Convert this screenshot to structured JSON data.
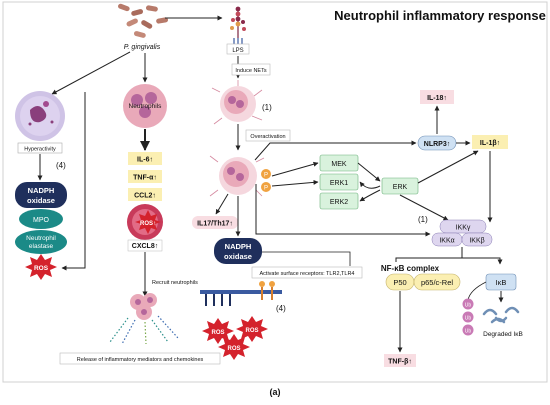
{
  "title": "Neutrophil inflammatory response",
  "caption": "(a)",
  "labels": {
    "pathogen": "P. gingivalis",
    "lps": "LPS",
    "induce_nets": "Induce NETs",
    "one_top": "(1)",
    "overactivation": "Overactivation",
    "hyperactivity": "Hyperactivity",
    "four_left": "(4)",
    "neutrophils": "Neutrophils",
    "il6": "IL-6↑",
    "tnfa": "TNF-α↑",
    "ccl2": "CCL2↑",
    "ros_mid": "ROS↑",
    "cxcl8": "CXCL8↑",
    "recruit": "Recruit neutrophils",
    "release": "Release of inflammatory mediators and chemokines",
    "nadph_left_1": "NADPH",
    "nadph_left_2": "oxidase",
    "mpo": "MPO",
    "elastase_1": "Neutrophil",
    "elastase_2": "elastase",
    "ros_left": "ROS",
    "p1": "P",
    "p2": "P",
    "il17": "IL17/Th17↑",
    "nadph_mid_1": "NADPH",
    "nadph_mid_2": "oxidase",
    "receptors": "Activate surface receptors: TLR2,TLR4",
    "four_mid": "(4)",
    "ros_b1": "ROS",
    "ros_b2": "ROS",
    "ros_b3": "ROS",
    "mek": "MEK",
    "erk1": "ERK1",
    "erk2": "ERK2",
    "erk": "ERK",
    "il18": "IL-18↑",
    "nlrp3": "NLRP3↑",
    "il1b": "IL-1β↑",
    "one_right": "(1)",
    "ikkg": "IKKγ",
    "ikka": "IKKα",
    "ikkb": "IKKβ",
    "nfkb": "NF-κB complex",
    "p50": "P50",
    "p65": "p65/c-Rel",
    "ikb": "IκB",
    "ub1": "Ub",
    "ub2": "Ub",
    "ub3": "Ub",
    "degraded": "Degraded IκB",
    "tnfb": "TNF-β↑"
  },
  "colors": {
    "neutrophil_pink": "#e9a9b9",
    "nucleus_purple": "#b5669b",
    "navy": "#1f2f5c",
    "teal": "#1b8a87",
    "red": "#d4222c",
    "yellow_box": "#fbefb2",
    "green_box": "#d9f2dd",
    "pink_box": "#f8dde2",
    "lavender": "#ded6ef",
    "light_blue": "#cfe1f3",
    "orange": "#f0a240"
  }
}
